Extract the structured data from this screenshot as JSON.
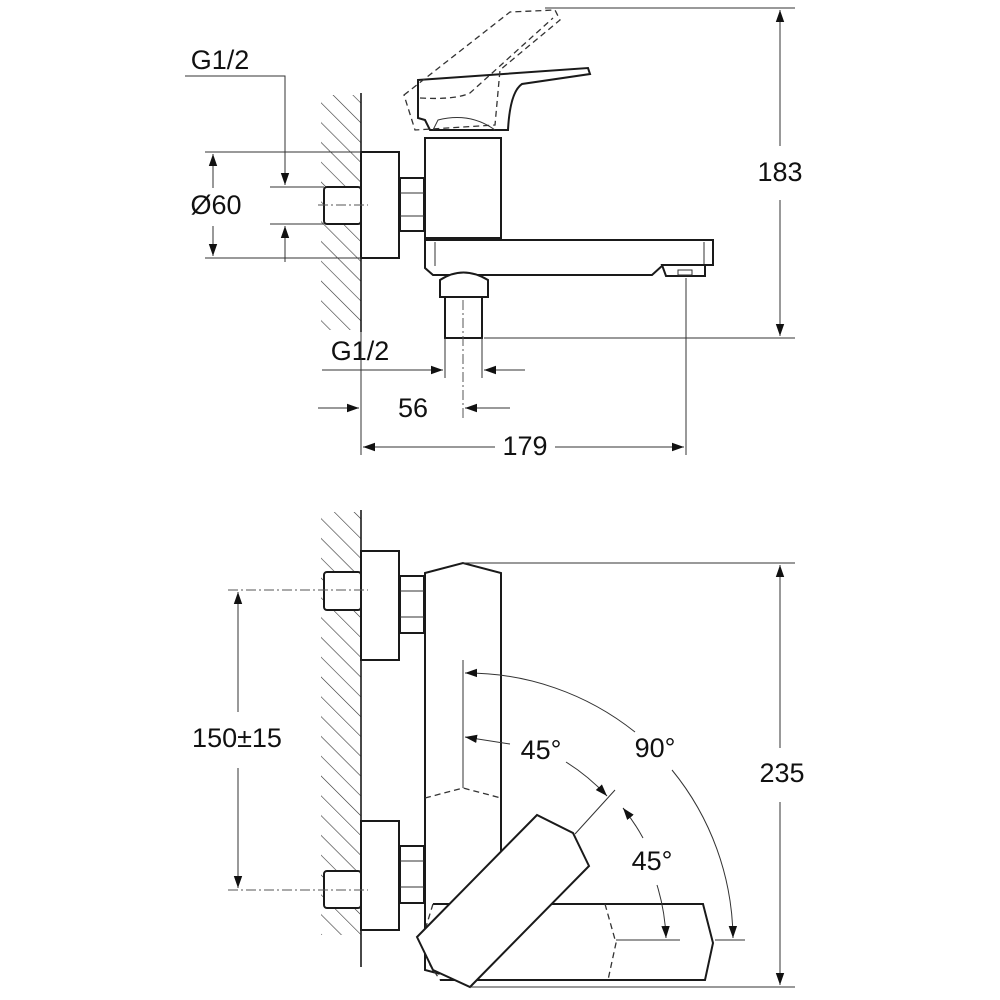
{
  "side_view": {
    "inlet_thread_label": "G1/2",
    "flange_diameter_label": "Ø60",
    "height_label": "183",
    "outlet_thread_label": "G1/2",
    "outlet_offset_label": "56",
    "projection_label": "179"
  },
  "top_view": {
    "inlet_spacing_label": "150±15",
    "depth_label": "235",
    "swivel_total_label": "90°",
    "swivel_step1_label": "45°",
    "swivel_step2_label": "45°"
  },
  "colors": {
    "line": "#1a1a1a",
    "background": "#ffffff"
  }
}
